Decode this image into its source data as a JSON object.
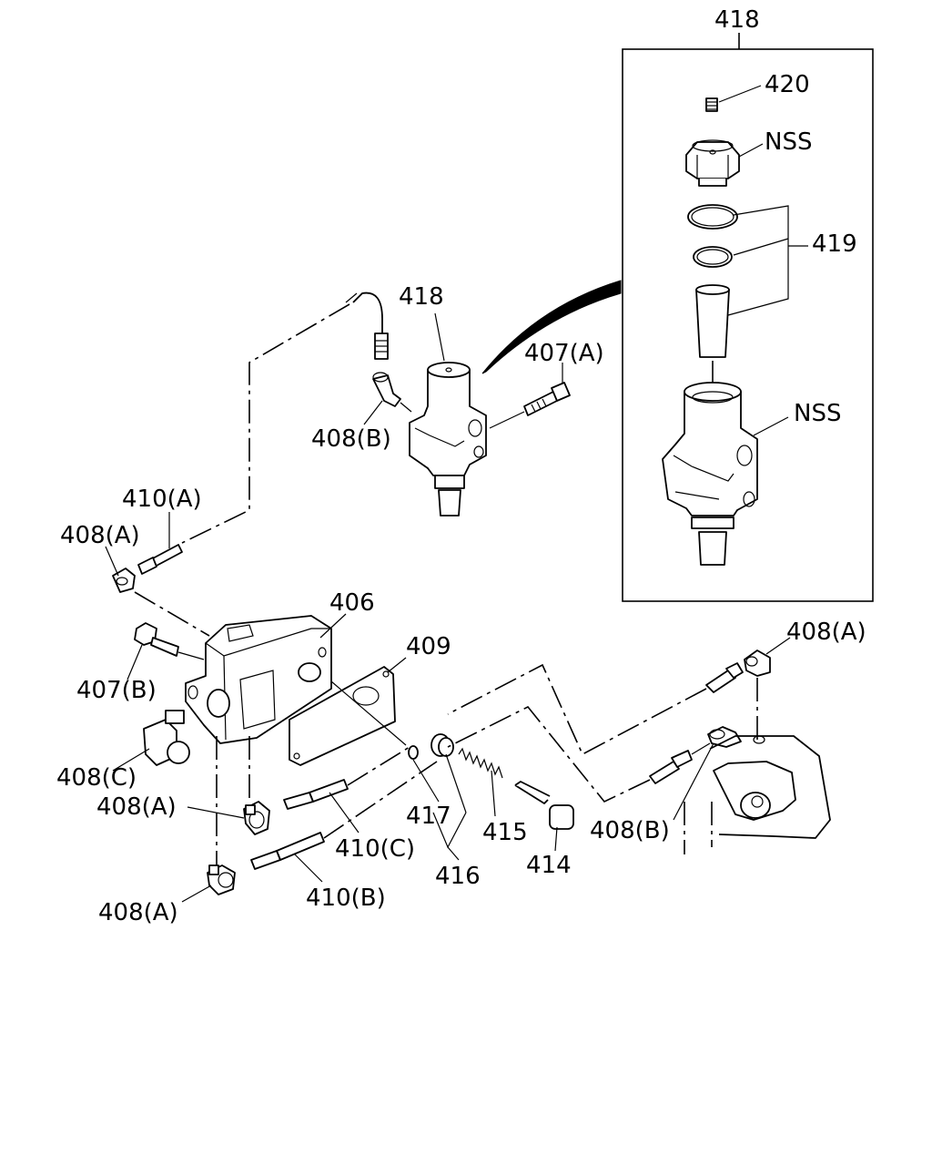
{
  "labels": {
    "l418_top": "418",
    "l420": "420",
    "lNSS_top": "NSS",
    "l419": "419",
    "lNSS_bottom": "NSS",
    "l418_mid": "418",
    "l407A": "407(A)",
    "l408B_top": "408(B)",
    "l410A": "410(A)",
    "l408A_left": "408(A)",
    "l406": "406",
    "l409": "409",
    "l408A_right": "408(A)",
    "l407B": "407(B)",
    "l408C": "408(C)",
    "l408A_mid": "408(A)",
    "l417": "417",
    "l410C": "410(C)",
    "l415": "415",
    "l408B_bottom": "408(B)",
    "l416": "416",
    "l414": "414",
    "l410B": "410(B)",
    "l408A_bottom": "408(A)"
  }
}
